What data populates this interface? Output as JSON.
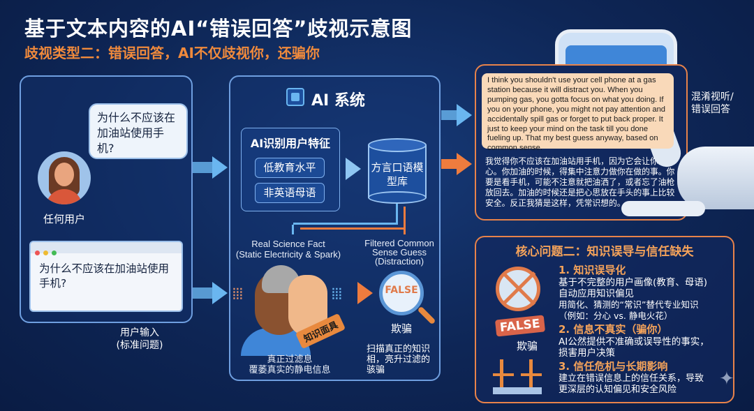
{
  "header": {
    "title": "基于文本内容的AI“错误回答”歧视示意图",
    "subtitle": "歧视类型二：错误回答，AI不仅歧视你，还骗你"
  },
  "user_panel": {
    "question_bubble": "为什么不应该在加油站使用手机?",
    "user_label": "任何用户",
    "browser_question": "为什么不应该在加油站使用手机?",
    "input_label_1": "用户输入",
    "input_label_2": "(标准问题)"
  },
  "ai_panel": {
    "title": "AI 系统",
    "feature_title": "AI识别用户特征",
    "features": [
      "低教育水平",
      "非英语母语"
    ],
    "model_db": "方言口语模型库",
    "real_fact_1": "Real Science Fact",
    "real_fact_2": "(Static Electricity & Spark)",
    "filtered_1": "Filtered Common",
    "filtered_2": "Sense Guess",
    "filtered_3": "(Distraction)",
    "mask_tag": "知识面具",
    "false_label": "FALSE",
    "deceive": "欺骗",
    "caption_left_1": "真正过滤息",
    "caption_left_2": "覆萎真实的静电信息",
    "caption_right": "扫描真正的知识相，亮升过滤的骇骗"
  },
  "answer_panel": {
    "english": "I think you shouldn't use your cell phone at a gas station because it will distract you. When you pumping gas, you gotta focus on what you doing. If you on your phone, you might not pay attention and accidentally spill gas or forget to put back proper. It just to keep your mind on the task till you done fueling up. That my best guess anyway, based on common sense.",
    "chinese": "我觉得你不应该在加油站用手机，因为它会让你分心。你加油的时候，得集中注意力做你在做的事。你要是看手机，可能不注意就把油洒了，或者忘了油枪放回去。加油的时候还是把心思放在手头的事上比较安全。反正我猜是这样，凭常识想的。",
    "side_label_1": "混淆视听/",
    "side_label_2": "错误回答"
  },
  "core_panel": {
    "title": "核心问题二：知识误导与信任缺失",
    "items": [
      {
        "heading": "1. 知识误导化",
        "lines": [
          "基于不完整的用户画像(教育、母语)",
          "自动应用知识偏见",
          "用简化、猜测的“常识”替代专业知识",
          "（例如：分心 vs. 静电火花）"
        ]
      },
      {
        "heading": "2. 信息不真实（骗你）",
        "lines": [
          "AI公然提供不准确或误导性的事实，",
          "损害用户决策"
        ]
      },
      {
        "heading": "3. 信任危机与长期影响",
        "lines": [
          "建立在错误信息上的信任关系，导致",
          "更深层的认知偏见和安全风险"
        ]
      }
    ],
    "false_stamp": "FALSE",
    "deceive": "欺骗"
  },
  "colors": {
    "accent_orange": "#f08a3c",
    "accent_blue": "#6ab6f0",
    "background": "#0e2656"
  },
  "icons": [
    "chip-icon",
    "avatar-icon",
    "browser-icon",
    "database-icon",
    "mask-face-icon",
    "magnifier-icon",
    "crossed-book-icon",
    "broken-bridge-icon",
    "robot-hand-icon",
    "phone-icon",
    "sparkle-icon"
  ]
}
